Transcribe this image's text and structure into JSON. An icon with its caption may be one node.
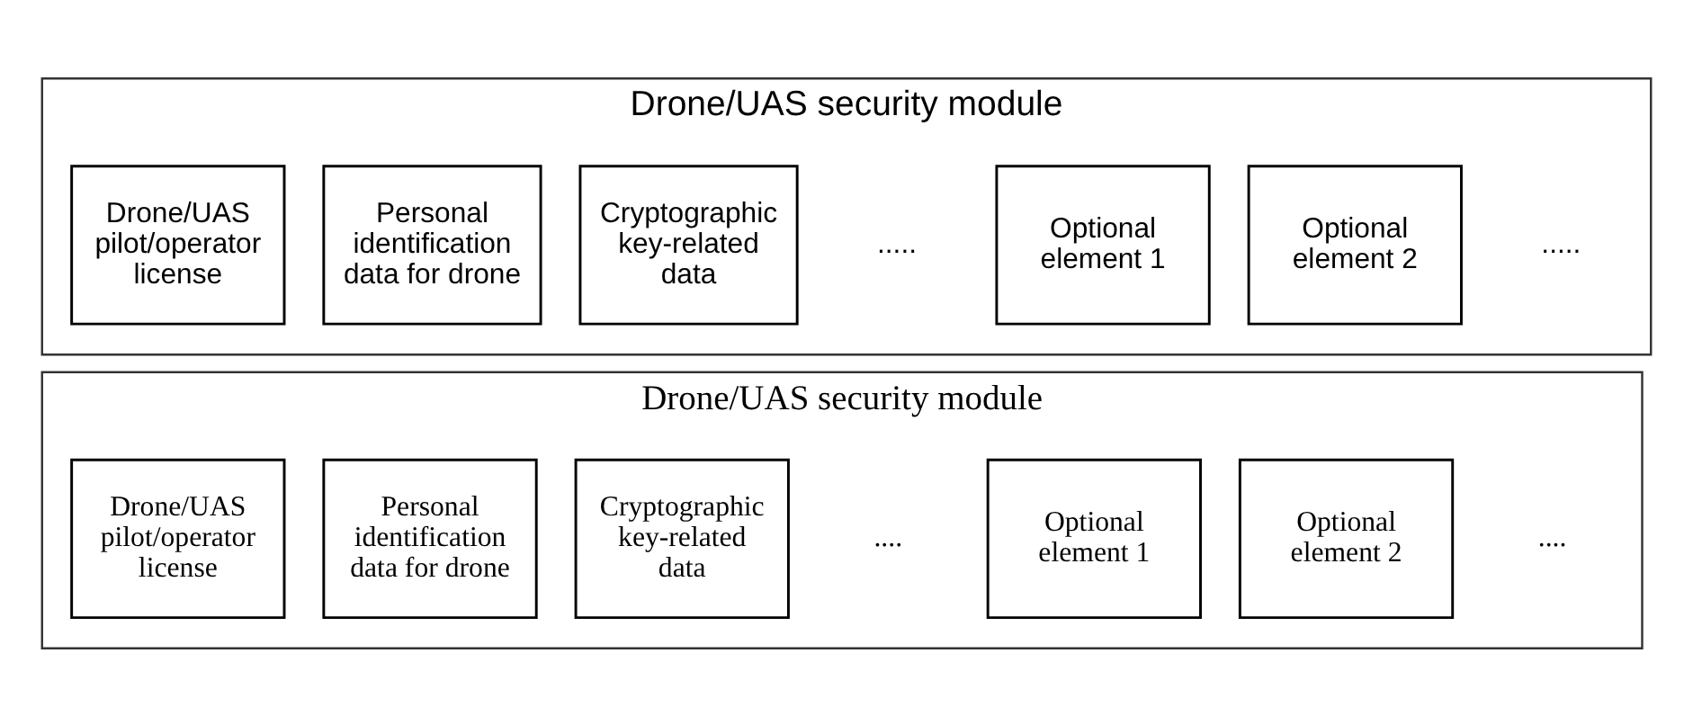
{
  "diagram": {
    "nodes": [
      {
        "text": [
          "Drone/UAS security module"
        ]
      },
      {
        "text": [
          "Drone/UAS pilot/operator license"
        ],
        "in": 0
      },
      {
        "text": [
          "Personal identification data for drone"
        ],
        "in": 0
      },
      {
        "text": [
          "Cryptographic key-related data"
        ],
        "in": 0
      },
      {
        "text": [
          "Optional element 1"
        ],
        "in": 0
      },
      {
        "text": [
          "Optional element 2"
        ],
        "in": 0
      },
      {
        "text": [
          "Drone/UAS security module"
        ]
      },
      {
        "text": [
          "Drone/UAS pilot/operator license"
        ],
        "in": 6
      },
      {
        "text": [
          "Personal identification data for drone"
        ],
        "in": 6
      },
      {
        "text": [
          "Cryptographic key-related data"
        ],
        "in": 6
      },
      {
        "text": [
          "Optional element 1"
        ],
        "in": 6
      },
      {
        "text": [
          "Optional element 2"
        ],
        "in": 6
      }
    ],
    "labels": [
      ".....",
      ".....",
      "....",
      "...."
    ]
  }
}
